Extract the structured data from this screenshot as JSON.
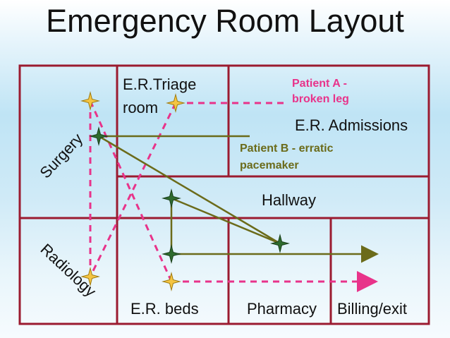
{
  "title": "Emergency Room Layout",
  "rooms": {
    "triage_line1": "E.R.Triage",
    "triage_line2": "room",
    "admissions": "E.R. Admissions",
    "hallway": "Hallway",
    "surgery": "Surgery",
    "radiology": "Radiology",
    "beds": "E.R. beds",
    "pharmacy": "Pharmacy",
    "billing": "Billing/exit"
  },
  "patients": {
    "a_line1": "Patient A -",
    "a_line2": "broken leg",
    "b_line1": "Patient B - erratic",
    "b_line2": "pacemaker"
  },
  "colors": {
    "wall": "#9b1b30",
    "patient_a": "#e8338a",
    "patient_b": "#6b6b1a",
    "star_yellow": "#f5c542",
    "star_green": "#2e6b2e"
  }
}
